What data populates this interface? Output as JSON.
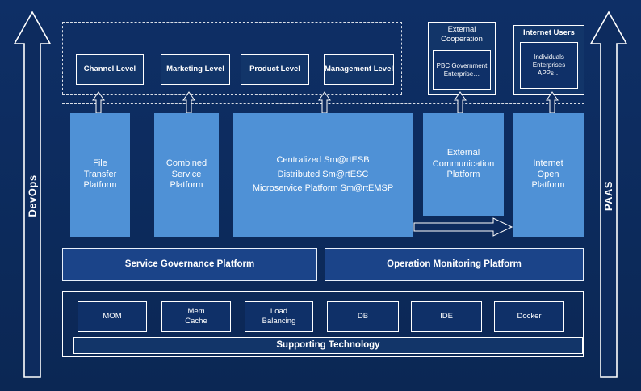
{
  "colors": {
    "background": "#0d2b5e",
    "platform_fill": "#4f91d6",
    "panel_fill": "#123569",
    "governance_fill": "#1b4489",
    "border": "#ffffff"
  },
  "side_rails": {
    "left_label": "DevOps",
    "right_label": "PAAS"
  },
  "top_levels": {
    "items": [
      "Channel Level",
      "Marketing Level",
      "Product Level",
      "Management Level"
    ]
  },
  "external_cooperation": {
    "title": "External\nCooperation",
    "inner": "PBC Government\nEnterprise…"
  },
  "internet_users": {
    "title": "Internet Users",
    "inner": "Individuals\nEnterprises\nAPPs…"
  },
  "platforms": {
    "file_transfer": "File\nTransfer\nPlatform",
    "combined_service": "Combined\nService\nPlatform",
    "esb": "Centralized Sm@rtESB\nDistributed Sm@rtESC\nMicroservice Platform Sm@rtEMSP",
    "external_communication": "External\nCommunication\nPlatform",
    "internet_open": "Internet\nOpen\nPlatform"
  },
  "governance": {
    "service": "Service Governance Platform",
    "operation": "Operation Monitoring Platform"
  },
  "supporting": {
    "items": [
      "MOM",
      "Mem\nCache",
      "Load\nBalancing",
      "DB",
      "IDE",
      "Docker"
    ],
    "banner": "Supporting Technology"
  }
}
